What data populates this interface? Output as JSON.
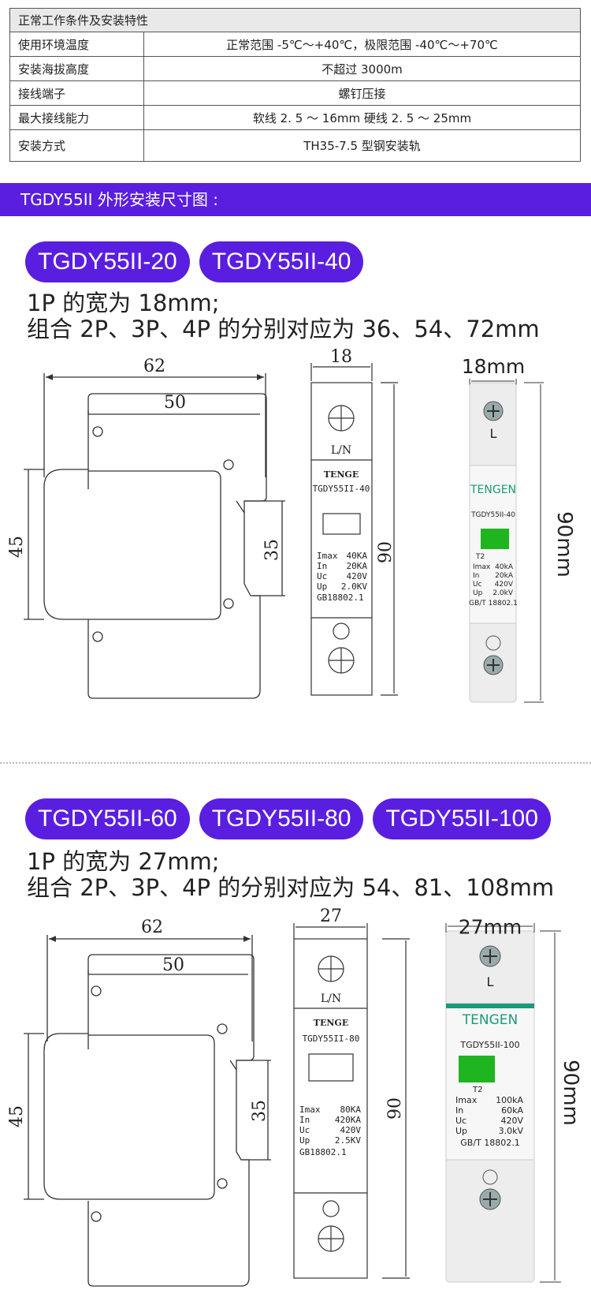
{
  "spec_table": {
    "title": "正常工作条件及安装特性",
    "rows": [
      {
        "label": "使用环境温度",
        "value": "正常范围 -5℃～+40℃，极限范围 -40℃～+70℃"
      },
      {
        "label": "安装海拔高度",
        "value": "不超过 3000m"
      },
      {
        "label": "接线端子",
        "value": "螺钉压接"
      },
      {
        "label": "最大接线能力",
        "value": "软线 2. 5 ～ 16mm 硬线 2. 5 ～ 25mm"
      },
      {
        "label": "安装方式",
        "value": "TH35-7.5 型钢安装轨"
      }
    ]
  },
  "section_title": "TGDY55II 外形安装尺寸图 :",
  "groups": [
    {
      "models": [
        "TGDY55II-20",
        "TGDY55II-40"
      ],
      "note_line1": "1P 的宽为 18mm;",
      "note_line2": "组合 2P、3P、4P 的分别对应为 36、54、72mm",
      "side_view": {
        "overall_width": "62",
        "inner_width": "50",
        "height_left": "45",
        "height_right": "35"
      },
      "front_view": {
        "width": "18",
        "height": "90",
        "terminal_label": "L/N",
        "logo": "TENGE",
        "model": "TGDY55II-40",
        "specs": [
          {
            "k": "Imax",
            "v": "40KA"
          },
          {
            "k": "In",
            "v": "20KA"
          },
          {
            "k": "Uc",
            "v": "420V"
          },
          {
            "k": "Up",
            "v": "2.0KV"
          }
        ],
        "standard": "GB18802.1"
      },
      "photo": {
        "width_label": "18mm",
        "height_label": "90mm",
        "terminal": "L",
        "brand": "TENGEN",
        "model": "TGDY55II-40",
        "class": "T2",
        "specs": [
          {
            "k": "Imax",
            "v": "40kA"
          },
          {
            "k": "In",
            "v": "20kA"
          },
          {
            "k": "Uc",
            "v": "420V"
          },
          {
            "k": "Up",
            "v": "2.0kV"
          }
        ],
        "standard": "GB/T 18802.1"
      }
    },
    {
      "models": [
        "TGDY55II-60",
        "TGDY55II-80",
        "TGDY55II-100"
      ],
      "note_line1": "1P 的宽为 27mm;",
      "note_line2": "组合 2P、3P、4P 的分别对应为 54、81、108mm",
      "side_view": {
        "overall_width": "62",
        "inner_width": "50",
        "height_left": "45",
        "height_right": "35"
      },
      "front_view": {
        "width": "27",
        "height": "90",
        "terminal_label": "L/N",
        "logo": "TENGE",
        "model": "TGDY55II-80",
        "specs": [
          {
            "k": "Imax",
            "v": "80KA"
          },
          {
            "k": "In",
            "v": "420KA"
          },
          {
            "k": "Uc",
            "v": "420V"
          },
          {
            "k": "Up",
            "v": "2.5KV"
          }
        ],
        "standard": "GB18802.1"
      },
      "photo": {
        "width_label": "27mm",
        "height_label": "90mm",
        "terminal": "L",
        "brand": "TENGEN",
        "model": "TGDY55II-100",
        "class": "T2",
        "specs": [
          {
            "k": "Imax",
            "v": "100kA"
          },
          {
            "k": "In",
            "v": "60kA"
          },
          {
            "k": "Uc",
            "v": "420V"
          },
          {
            "k": "Up",
            "v": "3.0kV"
          }
        ],
        "standard": "GB/T 18802.1"
      }
    }
  ],
  "colors": {
    "accent": "#5a1ee0",
    "brand_green": "#1a9a7a",
    "window_green": "#1fb51f"
  }
}
